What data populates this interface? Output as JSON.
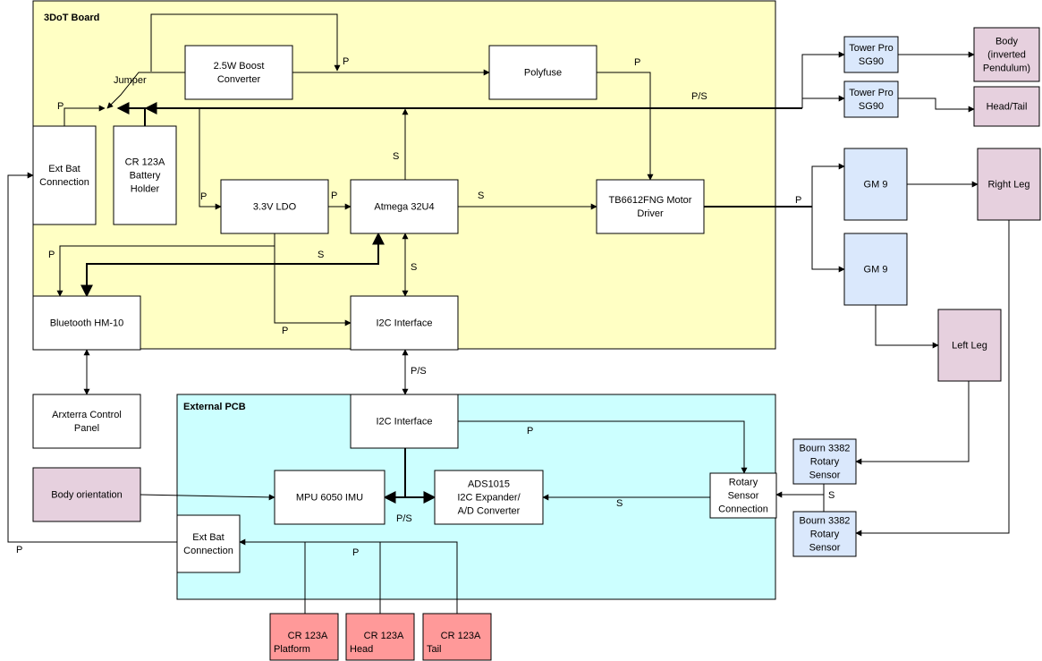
{
  "colors": {
    "board_fill": "#ffffc4",
    "pcb_fill": "#ccffff",
    "component_fill": "#ffffff",
    "actuator_fill": "#dae8fc",
    "body_part_fill": "#e6d0de",
    "battery_fill": "#ff9999",
    "stroke": "#000000"
  },
  "regions": {
    "board_title": "3DoT Board",
    "pcb_title": "External PCB"
  },
  "nodes": {
    "ext_bat_top": [
      "Ext Bat",
      "Connection"
    ],
    "cr123a_holder": [
      "CR 123A",
      "Battery",
      "Holder"
    ],
    "boost": [
      "2.5W Boost",
      "Converter"
    ],
    "polyfuse": [
      "Polyfuse"
    ],
    "ldo": [
      "3.3V LDO"
    ],
    "atmega": [
      "Atmega 32U4"
    ],
    "motor_driver": [
      "TB6612FNG Motor",
      "Driver"
    ],
    "bluetooth": [
      "Bluetooth HM-10"
    ],
    "i2c_top": [
      "I2C Interface"
    ],
    "arxterra": [
      "Arxterra Control",
      "Panel"
    ],
    "body_orientation": [
      "Body orientation"
    ],
    "i2c_pcb": [
      "I2C Interface"
    ],
    "mpu": [
      "MPU 6050 IMU"
    ],
    "ads": [
      "ADS1015",
      "I2C Expander/",
      "A/D Converter"
    ],
    "rotary_conn": [
      "Rotary",
      "Sensor",
      "Connection"
    ],
    "ext_bat_pcb": [
      "Ext Bat",
      "Connection"
    ],
    "bat_platform": [
      "CR 123A",
      "Platform"
    ],
    "bat_head": [
      "CR 123A",
      "Head"
    ],
    "bat_tail": [
      "CR 123A",
      "Tail"
    ],
    "servo_1": [
      "Tower Pro",
      "SG90"
    ],
    "servo_2": [
      "Tower Pro",
      "SG90"
    ],
    "body": [
      "Body",
      "(inverted",
      "Pendulum)"
    ],
    "head_tail": [
      "Head/Tail"
    ],
    "gm9_top": [
      "GM 9"
    ],
    "gm9_bottom": [
      "GM 9"
    ],
    "right_leg": [
      "Right Leg"
    ],
    "left_leg": [
      "Left Leg"
    ],
    "bourn_top": [
      "Bourn 3382",
      "Rotary",
      "Sensor"
    ],
    "bourn_bottom": [
      "Bourn 3382",
      "Rotary",
      "Sensor"
    ]
  },
  "edge_labels": {
    "jumper": "Jumper",
    "p_boost_out": "P",
    "p_ext_bat": "P",
    "p_polyfuse": "P",
    "ps_servo_bus": "P/S",
    "s_atmega_up": "S",
    "p_ldo_in": "P",
    "p_ldo_atmega": "P",
    "s_atmega_motor": "S",
    "p_motor_out": "P",
    "p_bluetooth": "P",
    "s_bluetooth": "S",
    "s_i2c_atmega": "S",
    "p_i2c_top": "P",
    "ps_i2c_link": "P/S",
    "p_rotary_conn": "P",
    "s_rotary_ads": "S",
    "ps_imu_bus": "P/S",
    "s_bourn": "S",
    "p_ext_bat_loop": "P",
    "p_batteries": "P"
  }
}
